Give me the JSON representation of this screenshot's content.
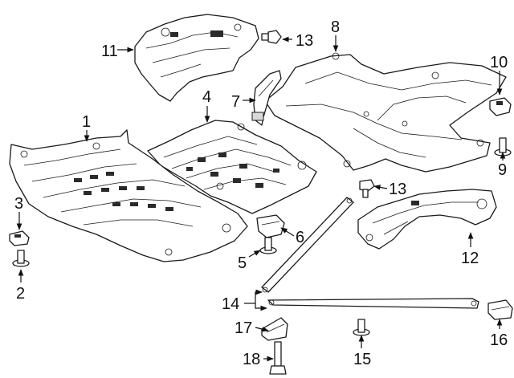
{
  "callouts": {
    "c1": "1",
    "c2": "2",
    "c3": "3",
    "c4": "4",
    "c5": "5",
    "c6": "6",
    "c7": "7",
    "c8": "8",
    "c9": "9",
    "c10": "10",
    "c11": "11",
    "c12": "12",
    "c13a": "13",
    "c13b": "13",
    "c14": "14",
    "c15": "15",
    "c16": "16",
    "c17": "17",
    "c18": "18"
  },
  "colors": {
    "line": "#1a1a1a",
    "background": "#ffffff"
  }
}
